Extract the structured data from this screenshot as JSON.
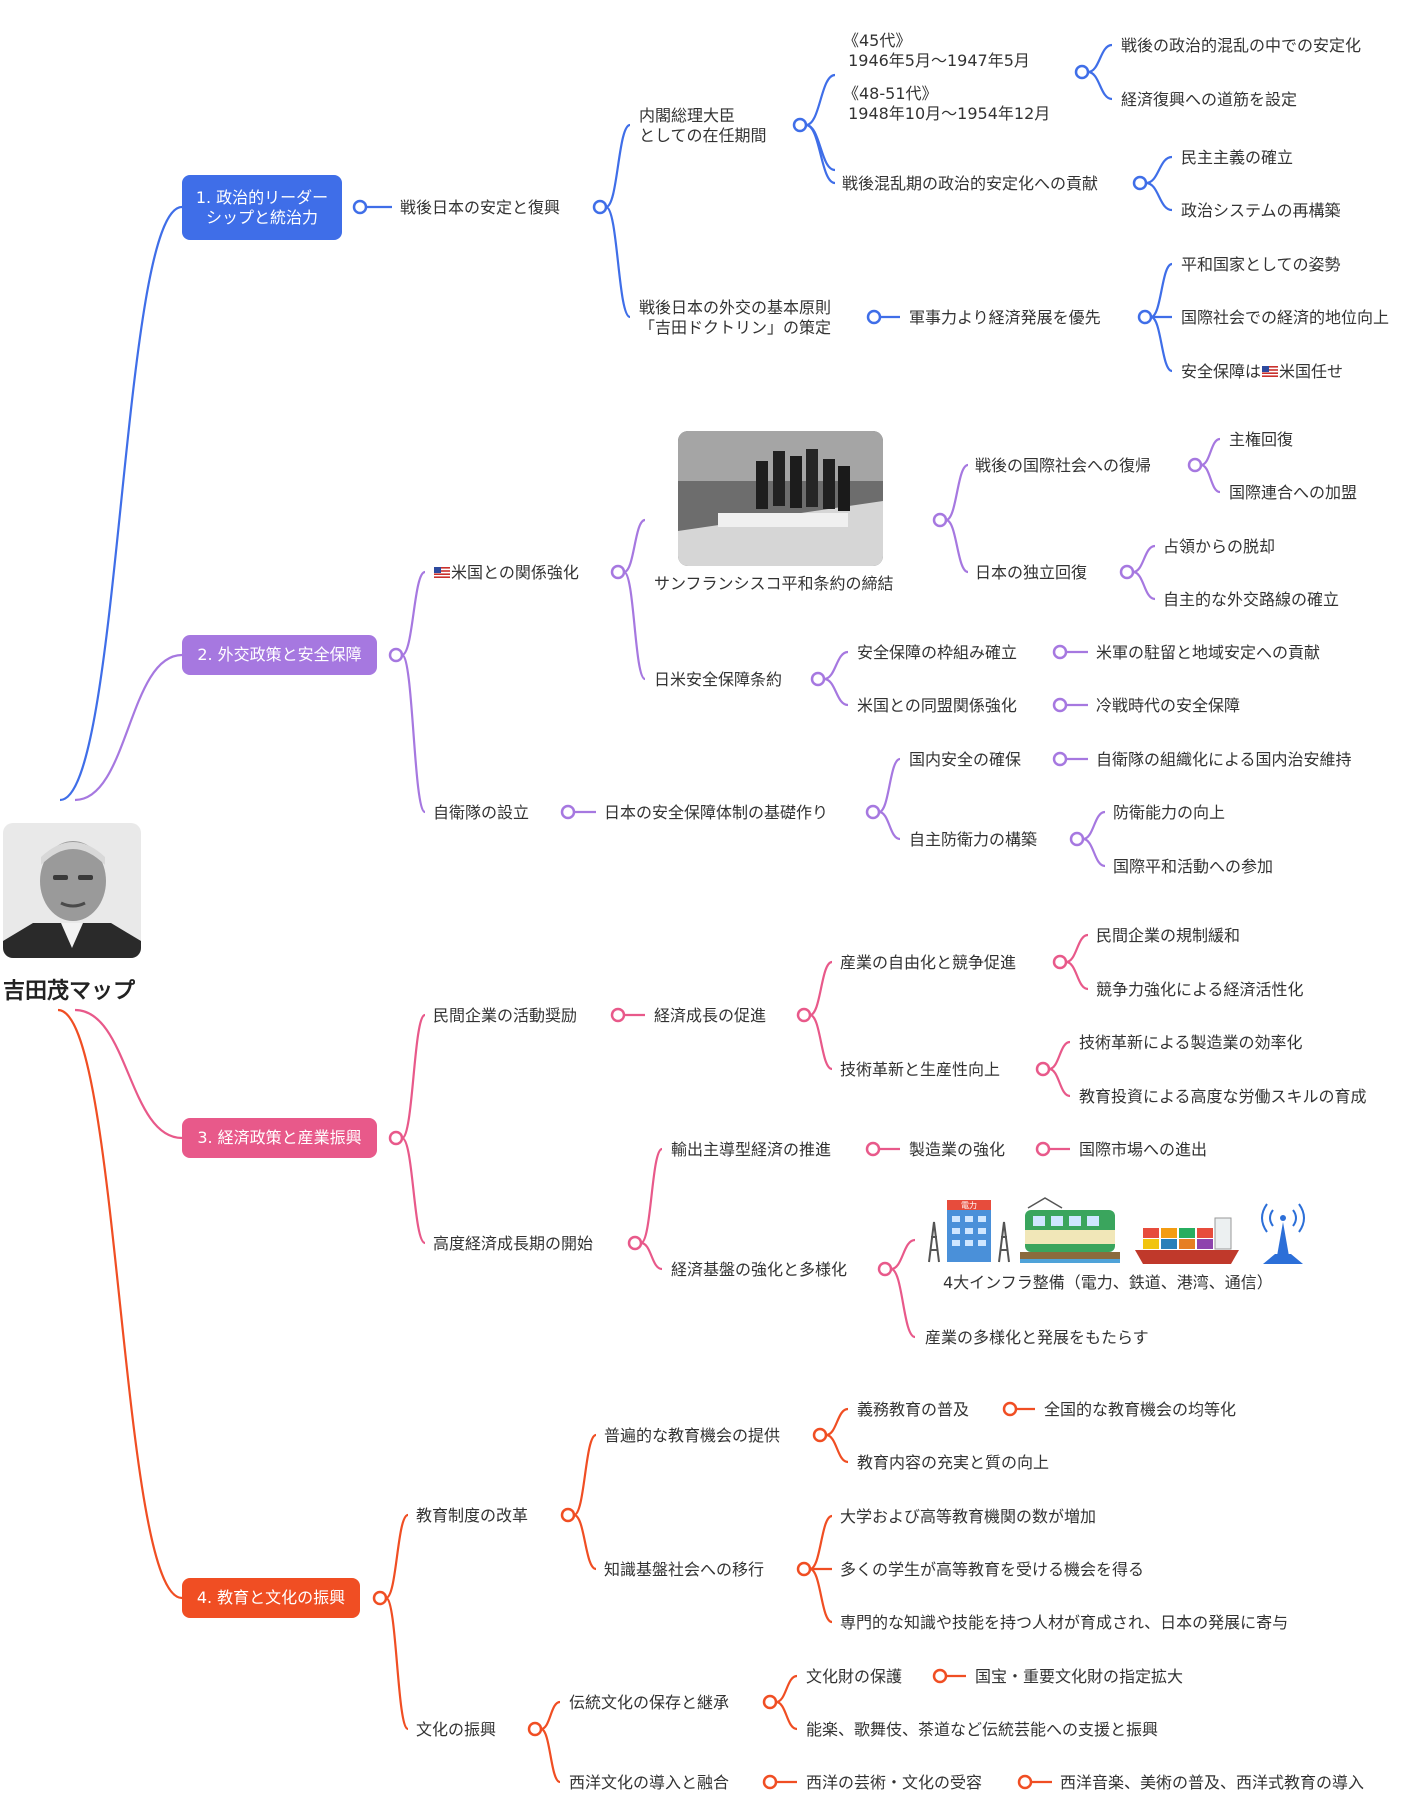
{
  "root": {
    "title": "吉田茂マップ",
    "portrait": "yoshida-portrait"
  },
  "colors": {
    "b1": "#3f6ee8",
    "b2": "#a678e0",
    "b3": "#e8598a",
    "b4": "#f04e23"
  },
  "b1": {
    "label": "1. 政治的リーダー\nシップと統治力",
    "n1": "戦後日本の安定と復興",
    "n2": "内閣総理大臣\nとしての在任期間",
    "term1": "《45代》\n 1946年5月～1947年5月",
    "term2": "《48-51代》\n 1948年10月～1954年12月",
    "r1": "戦後の政治的混乱の中での安定化",
    "r2": "経済復興への道筋を設定",
    "c1": "戦後混乱期の政治的安定化への貢献",
    "c1a": "民主主義の確立",
    "c1b": "政治システムの再構築",
    "d1": "戦後日本の外交の基本原則\n「吉田ドクトリン」の策定",
    "d2": "軍事力より経済発展を優先",
    "d2a": "平和国家としての姿勢",
    "d2b": "国際社会での経済的地位向上",
    "d2c_pre": "安全保障は",
    "d2c_post": "米国任せ"
  },
  "b2": {
    "label": "2. 外交政策と安全保障",
    "us": "米国との関係強化",
    "sf": "サンフランシスコ平和条約の締結",
    "sf1": "戦後の国際社会への復帰",
    "sf1a": "主権回復",
    "sf1b": "国際連合への加盟",
    "sf2": "日本の独立回復",
    "sf2a": "占領からの脱却",
    "sf2b": "自主的な外交路線の確立",
    "ampo": "日米安全保障条約",
    "ampo1": "安全保障の枠組み確立",
    "ampo1a": "米軍の駐留と地域安定への貢献",
    "ampo2": "米国との同盟関係強化",
    "ampo2a": "冷戦時代の安全保障",
    "sdf": "自衛隊の設立",
    "sdf1": "日本の安全保障体制の基礎作り",
    "sdf1a": "国内安全の確保",
    "sdf1a1": "自衛隊の組織化による国内治安維持",
    "sdf1b": "自主防衛力の構築",
    "sdf1b1": "防衛能力の向上",
    "sdf1b2": "国際平和活動への参加"
  },
  "b3": {
    "label": "3. 経済政策と産業振興",
    "p": "民間企業の活動奨励",
    "p1": "経済成長の促進",
    "p1a": "産業の自由化と競争促進",
    "p1a1": "民間企業の規制緩和",
    "p1a2": "競争力強化による経済活性化",
    "p1b": "技術革新と生産性向上",
    "p1b1": "技術革新による製造業の効率化",
    "p1b2": "教育投資による高度な労働スキルの育成",
    "h": "高度経済成長期の開始",
    "h1": "輸出主導型経済の推進",
    "h1a": "製造業の強化",
    "h1b": "国際市場への進出",
    "h2": "経済基盤の強化と多様化",
    "h2a": "4大インフラ整備（電力、鉄道、港湾、通信）",
    "h2b": "産業の多様化と発展をもたらす",
    "icon_sign": "電力"
  },
  "b4": {
    "label": "4. 教育と文化の振興",
    "e": "教育制度の改革",
    "e1": "普遍的な教育機会の提供",
    "e1a": "義務教育の普及",
    "e1a1": "全国的な教育機会の均等化",
    "e1b": "教育内容の充実と質の向上",
    "e2": "知識基盤社会への移行",
    "e2a": "大学および高等教育機関の数が増加",
    "e2b": "多くの学生が高等教育を受ける機会を得る",
    "e2c": "専門的な知識や技能を持つ人材が育成され、日本の発展に寄与",
    "c": "文化の振興",
    "c1": "伝統文化の保存と継承",
    "c1a": "文化財の保護",
    "c1a1": "国宝・重要文化財の指定拡大",
    "c1b": "能楽、歌舞伎、茶道など伝統芸能への支援と振興",
    "c2": "西洋文化の導入と融合",
    "c2a": "西洋の芸術・文化の受容",
    "c2a1": "西洋音楽、美術の普及、西洋式教育の導入"
  }
}
